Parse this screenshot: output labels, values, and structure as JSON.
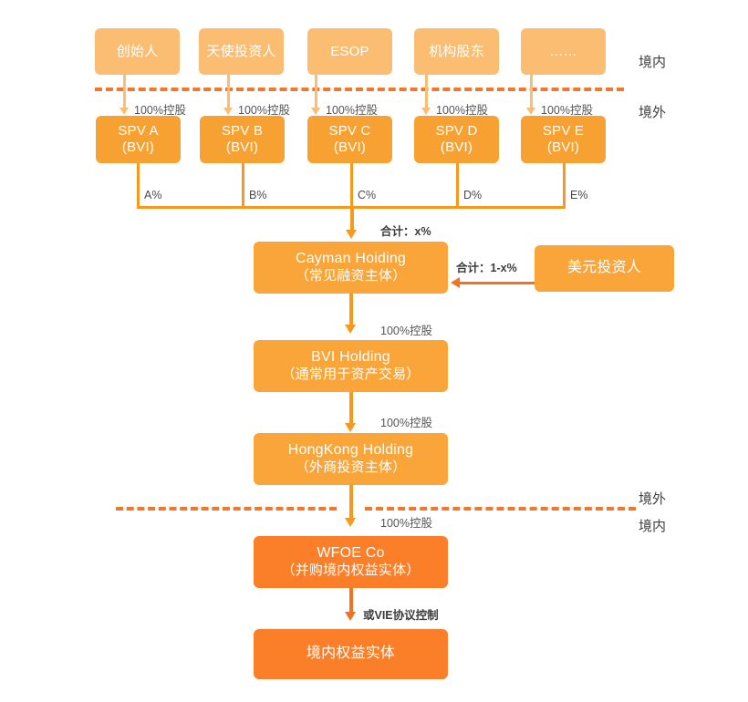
{
  "diagram": {
    "title_hidden": "",
    "colors": {
      "light_orange": "#fbbd72",
      "mid_orange": "#f8a133",
      "dark_orange": "#fa7f28",
      "line_mid": "#f7991f",
      "line_dark": "#f4711f",
      "dash": "#f4762a",
      "text_dark": "#4a4a4a"
    },
    "shareholders": [
      {
        "label": "创始人"
      },
      {
        "label": "天使投资人"
      },
      {
        "label": "ESOP"
      },
      {
        "label": "机构股东"
      },
      {
        "label": "……"
      }
    ],
    "shareholder_links": [
      {
        "label": "100%控股"
      },
      {
        "label": "100%控股"
      },
      {
        "label": "100%控股"
      },
      {
        "label": "100%控股"
      },
      {
        "label": "100%控股"
      }
    ],
    "spvs": [
      {
        "line1": "SPV A",
        "line2": "(BVI)",
        "stake": "A%"
      },
      {
        "line1": "SPV B",
        "line2": "(BVI)",
        "stake": "B%"
      },
      {
        "line1": "SPV C",
        "line2": "(BVI)",
        "stake": "C%"
      },
      {
        "line1": "SPV D",
        "line2": "(BVI)",
        "stake": "D%"
      },
      {
        "line1": "SPV E",
        "line2": "(BVI)",
        "stake": "E%"
      }
    ],
    "aggregate_top": "合计：x%",
    "aggregate_investor": "合计：1-x%",
    "entities": {
      "cayman": {
        "line1": "Cayman Hoiding",
        "line2": "（常见融资主体）"
      },
      "bvi": {
        "line1": "BVI Holding",
        "line2": "（通常用于资产交易）"
      },
      "hk": {
        "line1": "HongKong Holding",
        "line2": "（外商投资主体）"
      },
      "wfoe": {
        "line1": "WFOE Co",
        "line2": "（并购境内权益实体）"
      },
      "domestic": {
        "line1": "境内权益实体",
        "line2": ""
      },
      "usd_investor": {
        "line1": "美元投资人",
        "line2": ""
      }
    },
    "entity_links": {
      "cayman_to_bvi": "100%控股",
      "bvi_to_hk": "100%控股",
      "hk_to_wfoe": "100%控股",
      "wfoe_to_domestic": "或VIE协议控制"
    },
    "boundaries": {
      "top": {
        "above": "境内",
        "below": "境外"
      },
      "bottom": {
        "above": "境外",
        "below": "境内"
      }
    }
  }
}
